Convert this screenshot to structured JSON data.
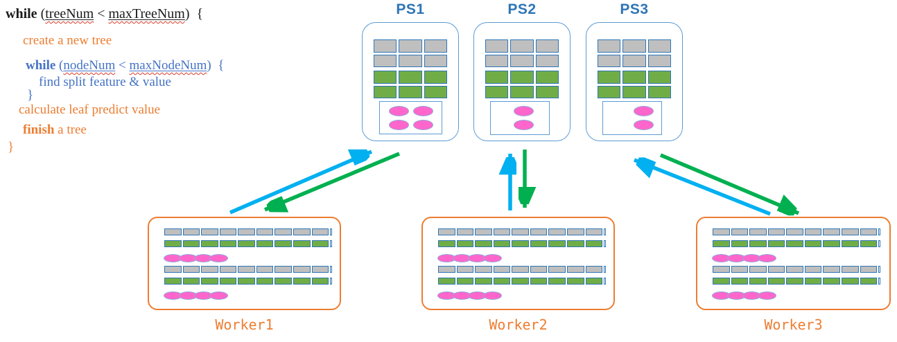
{
  "code": {
    "line1": {
      "kw": "while",
      "open": " (",
      "var1": "treeNum",
      "op": " < ",
      "var2": "maxTreeNum",
      "close": ")  {"
    },
    "line2": "create a new tree",
    "line3": {
      "kw": "while",
      "open": " (",
      "var1": "nodeNum",
      "op": " < ",
      "var2": "maxNodeNum",
      "close": ")  {"
    },
    "line4": "find split feature & value",
    "line5": "}",
    "line6": "calculate leaf predict value",
    "line7": {
      "kw": "finish",
      "rest": " a tree"
    },
    "line8": "}"
  },
  "servers": [
    {
      "label": "PS1",
      "gray_cells": 6,
      "green_cells": 6,
      "leaf_ellipses": 4
    },
    {
      "label": "PS2",
      "gray_cells": 6,
      "green_cells": 6,
      "leaf_ellipses": 2
    },
    {
      "label": "PS3",
      "gray_cells": 6,
      "green_cells": 6,
      "leaf_ellipses": 2
    }
  ],
  "workers": [
    {
      "label": "Worker1",
      "strips": 4,
      "segments_per_strip": 9,
      "ellipse_rows": 2,
      "ellipses_per_row": 4
    },
    {
      "label": "Worker2",
      "strips": 4,
      "segments_per_strip": 9,
      "ellipse_rows": 2,
      "ellipses_per_row": 4
    },
    {
      "label": "Worker3",
      "strips": 4,
      "segments_per_strip": 9,
      "ellipse_rows": 2,
      "ellipses_per_row": 4
    }
  ],
  "colors": {
    "code_black": "#1b1b1b",
    "code_orange": "#ED7D31",
    "code_blue": "#4472C4",
    "ps_label_blue": "#2E75B6",
    "box_border_blue": "#5B9BD5",
    "cell_border_blue": "#2E75B6",
    "gray_fill": "#BFBFBF",
    "green_fill": "#70AD47",
    "pink_fill": "#FF66CC",
    "pink_border": "#8FAADC",
    "worker_orange": "#ED7D31",
    "arrow_blue": "#00B0F0",
    "arrow_green": "#00B050",
    "squiggle_red": "#d93a2b"
  }
}
